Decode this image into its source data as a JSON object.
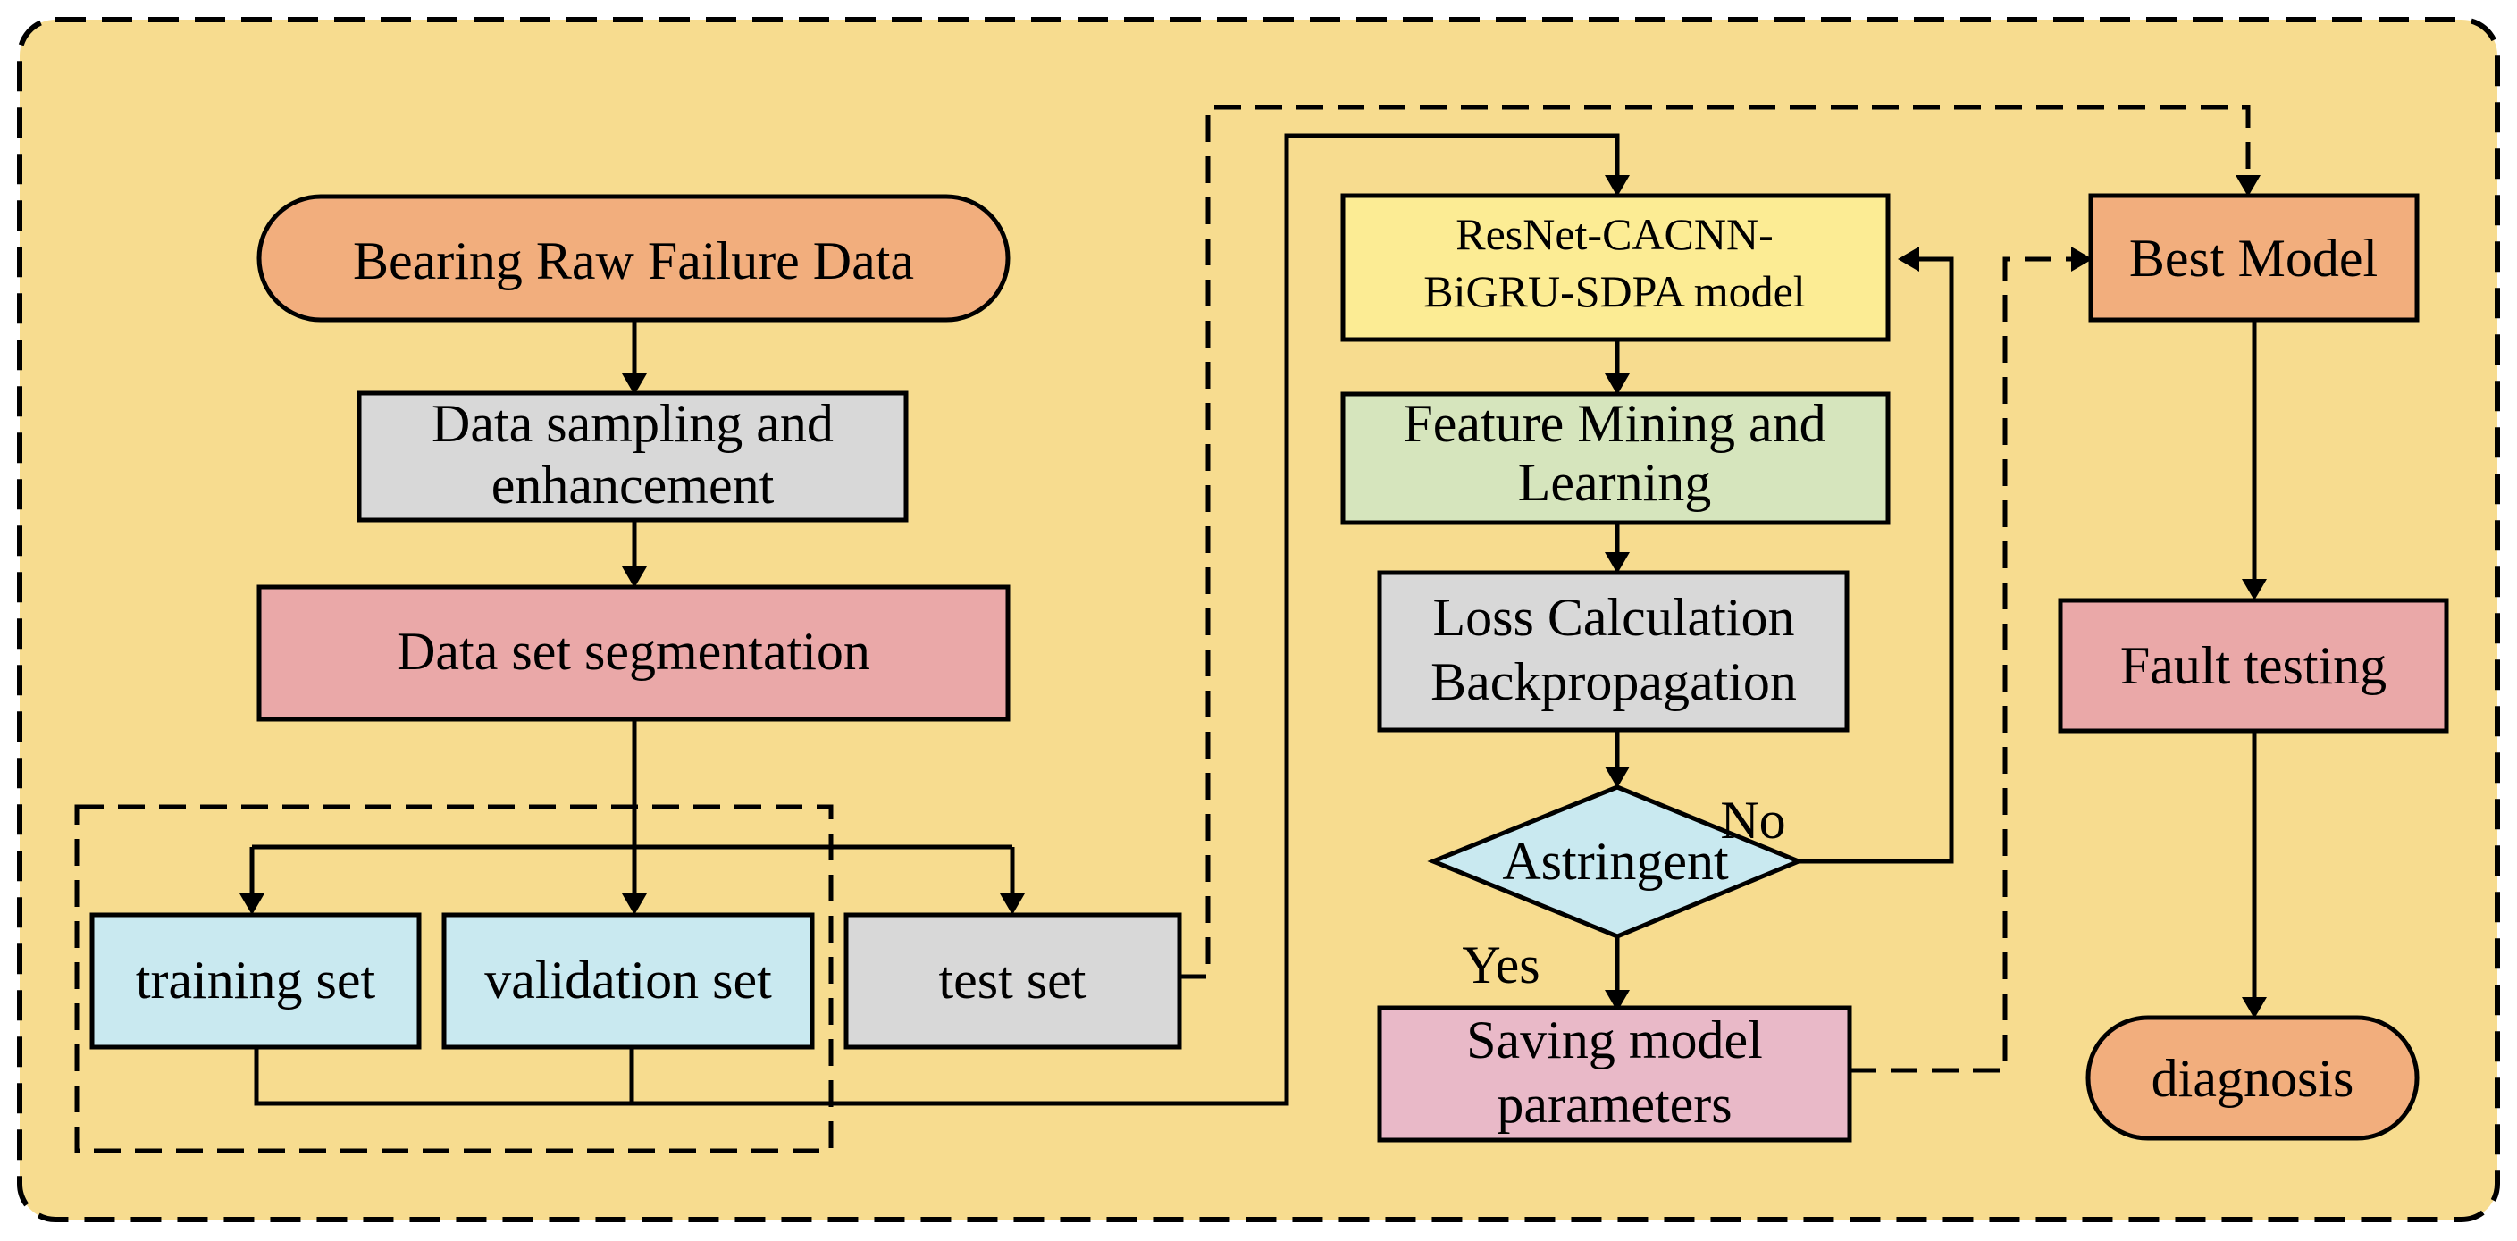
{
  "colors": {
    "background": "#f7dc8f",
    "orange": "#f2ae7d",
    "gray": "#d8d8d8",
    "pink": "#eaa8a8",
    "blue": "#c9e9f0",
    "yellow": "#fcec94",
    "green": "#d6e5bd",
    "light_pink": "#e9b9c8"
  },
  "nodes": {
    "raw_data": "Bearing Raw Failure Data",
    "sampling": [
      "Data sampling and",
      "enhancement"
    ],
    "segmentation": "Data set segmentation",
    "training": "training set",
    "validation": "validation set",
    "test": "test set",
    "model": [
      "ResNet-CACNN-",
      "BiGRU-SDPA model"
    ],
    "feature": [
      "Feature Mining and",
      "Learning"
    ],
    "loss": [
      "Loss Calculation",
      "Backpropagation"
    ],
    "decision": "Astringent",
    "saving": [
      "Saving model",
      "parameters"
    ],
    "best_model": "Best Model",
    "fault_testing": "Fault testing",
    "diagnosis": "diagnosis"
  },
  "labels": {
    "no": "No",
    "yes": "Yes"
  }
}
